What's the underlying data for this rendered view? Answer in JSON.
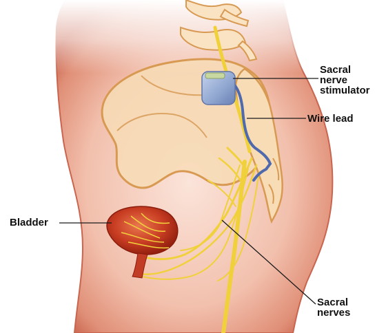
{
  "labels": {
    "stimulator": [
      "Sacral",
      "nerve",
      "stimulator"
    ],
    "wire_lead": "Wire lead",
    "bladder": "Bladder",
    "sacral_nerves": [
      "Sacral",
      "nerves"
    ]
  },
  "colors": {
    "skin": "#f2c4b4",
    "skin_deep": "#cf7862",
    "bone": "#f7dcb6",
    "bone_edge": "#d89a52",
    "nerve": "#f1d43d",
    "bladder": "#c23d25",
    "device": "#8fa7d0",
    "wire": "#4f69ad",
    "leader": "#1a1a1a"
  }
}
